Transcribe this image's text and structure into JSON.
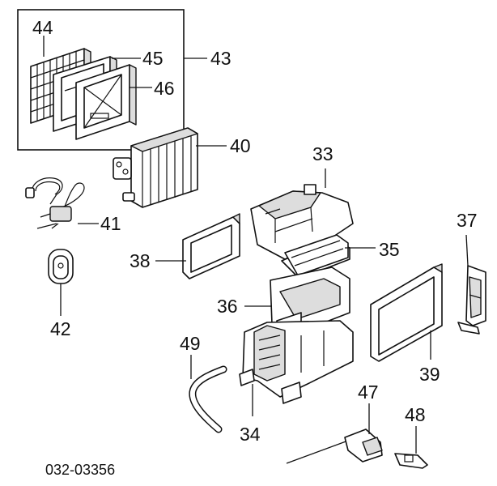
{
  "diagram_code": "032-03356",
  "callouts": {
    "c33": "33",
    "c34": "34",
    "c35": "35",
    "c36": "36",
    "c37": "37",
    "c38": "38",
    "c39": "39",
    "c40": "40",
    "c41": "41",
    "c42": "42",
    "c43": "43",
    "c44": "44",
    "c45": "45",
    "c46": "46",
    "c47": "47",
    "c48": "48",
    "c49": "49"
  }
}
